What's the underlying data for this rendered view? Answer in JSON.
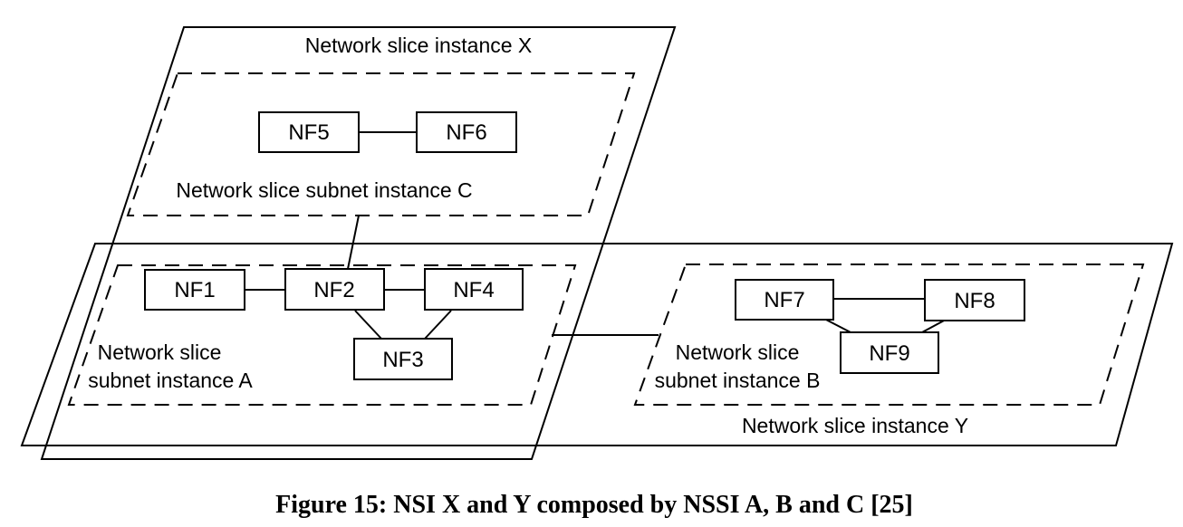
{
  "diagram": {
    "nsi_x_label": "Network slice instance X",
    "nsi_y_label": "Network slice instance Y",
    "nssi_c_label": "Network slice subnet instance C",
    "nssi_a_label_line1": "Network slice",
    "nssi_a_label_line2": "subnet instance A",
    "nssi_b_label_line1": "Network slice",
    "nssi_b_label_line2": "subnet instance B",
    "nodes": {
      "nf1": "NF1",
      "nf2": "NF2",
      "nf3": "NF3",
      "nf4": "NF4",
      "nf5": "NF5",
      "nf6": "NF6",
      "nf7": "NF7",
      "nf8": "NF8",
      "nf9": "NF9"
    }
  },
  "caption": "Figure 15: NSI X and Y composed by NSSI A, B and C [25]"
}
